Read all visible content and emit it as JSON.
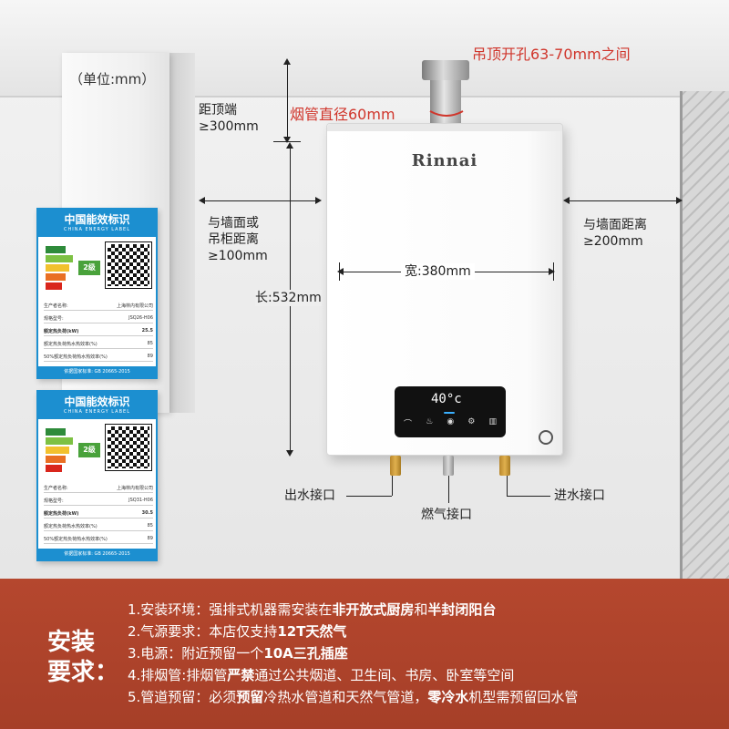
{
  "unit_label": "（单位:mm）",
  "flue_hole_note": "吊顶开孔63-70mm之间",
  "flue_diameter": "烟管直径60mm",
  "top_distance": {
    "line1": "距顶端",
    "line2": "≥300mm"
  },
  "side_distance_left": {
    "line1": "与墙面或",
    "line2": "吊柜距离",
    "line3": "≥100mm"
  },
  "side_distance_right": {
    "line1": "与墙面距离",
    "line2": "≥200mm"
  },
  "width": "宽:380mm",
  "length": "长:532mm",
  "connectors": {
    "water_out": "出水接口",
    "gas": "燃气接口",
    "water_in": "进水接口"
  },
  "heater": {
    "brand": "Rinnai",
    "display": "40°c",
    "panel_icons": [
      "⌒",
      "♨",
      "◉",
      "⚙",
      "▥"
    ]
  },
  "energy_labels": [
    {
      "title": "中国能效标识",
      "subtitle": "CHINA ENERGY LABEL",
      "grade": "2级",
      "manufacturer_label": "生产者名称:",
      "manufacturer": "上海林内有限公司",
      "model_label": "规格型号:",
      "model": "JSQ26-H06",
      "rated_load_label": "额定热负荷(kW)",
      "rated_load": "25.5",
      "eff1_label": "额定热负荷热水热效率(%)",
      "eff1": "85",
      "eff2_label": "50%额定热负荷热水热效率(%)",
      "eff2": "89",
      "standard": "依据国家标准: GB 20665-2015"
    },
    {
      "title": "中国能效标识",
      "subtitle": "CHINA ENERGY LABEL",
      "grade": "2级",
      "manufacturer_label": "生产者名称:",
      "manufacturer": "上海林内有限公司",
      "model_label": "规格型号:",
      "model": "JSQ31-H06",
      "rated_load_label": "额定热负荷(kW)",
      "rated_load": "30.5",
      "eff1_label": "额定热负荷热水热效率(%)",
      "eff1": "85",
      "eff2_label": "50%额定热负荷热水热效率(%)",
      "eff2": "89",
      "standard": "依据国家标准: GB 20665-2015"
    }
  ],
  "install": {
    "title_line1": "安装",
    "title_line2": "要求：",
    "r1_a": "1.安装环境：强排式机器需安装在",
    "r1_b": "非开放式厨房",
    "r1_c": "和",
    "r1_d": "半封闭阳台",
    "r2_a": "2.气源要求：本店仅支持",
    "r2_b": "12T天然气",
    "r3_a": "3.电源：附近预留一个",
    "r3_b": "10A三孔插座",
    "r4_a": "4.排烟管:排烟管",
    "r4_b": "严禁",
    "r4_c": "通过公共烟道、卫生间、书房、卧室等空间",
    "r5_a": "5.管道预留：必须",
    "r5_b": "预留",
    "r5_c": "冷热水管道和天然气管道，",
    "r5_d": "零冷水",
    "r5_e": "机型需预留回水管"
  },
  "colors": {
    "accent_red": "#d0352b",
    "banner": "#a63f28",
    "label_blue": "#1c8fd0"
  }
}
